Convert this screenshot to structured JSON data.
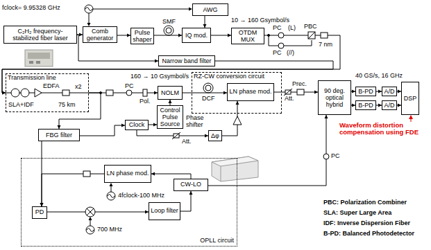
{
  "diagram": {
    "nodes": [
      {
        "text": [
          "C₂H₂ frequency-stabilized fiber laser"
        ]
      },
      {
        "text": [
          "Comb generator"
        ]
      },
      {
        "text": [
          "Pulse shaper"
        ]
      },
      {
        "text": [
          "AWG"
        ]
      },
      {
        "text": [
          "IQ mod."
        ]
      },
      {
        "text": [
          "OTDM MUX"
        ]
      },
      {
        "text": [
          "Narrow band filter"
        ]
      },
      {
        "text": [
          "Transmission line"
        ]
      },
      {
        "text": [
          "NOLM"
        ]
      },
      {
        "text": [
          "Control Pulse Source"
        ]
      },
      {
        "text": [
          "Clock"
        ]
      },
      {
        "text": [
          "Δφ"
        ]
      },
      {
        "text": [
          "RZ-CW conversion circuit"
        ]
      },
      {
        "text": [
          "LN phase mod."
        ],
        "in": 12
      },
      {
        "text": [
          "90 deg. optical hybrid"
        ]
      },
      {
        "text": [
          "B-PD"
        ]
      },
      {
        "text": [
          "B-PD"
        ]
      },
      {
        "text": [
          "A/D"
        ]
      },
      {
        "text": [
          "A/D"
        ]
      },
      {
        "text": [
          "DSP"
        ]
      },
      {
        "text": [
          "FBG filter"
        ]
      },
      {
        "text": [
          "OPLL circuit"
        ]
      },
      {
        "text": [
          "LN phase mod."
        ],
        "in": 21
      },
      {
        "text": [
          "CW-LO"
        ],
        "in": 21
      },
      {
        "text": [
          "PD"
        ],
        "in": 21
      },
      {
        "text": [
          "Loop filter"
        ],
        "in": 21
      }
    ],
    "edges": [
      {
        "from": 0,
        "to": 1,
        "arrow": "to"
      },
      {
        "from": 0,
        "to": 6,
        "arrow": "to"
      },
      {
        "from": 1,
        "to": 2,
        "arrow": "to"
      },
      {
        "from": 2,
        "to": 4,
        "arrow": "to"
      },
      {
        "from": 3,
        "to": 4,
        "arrow": "to"
      },
      {
        "from": 4,
        "to": 5,
        "arrow": "to"
      },
      {
        "from": 5,
        "to": 7,
        "arrow": "to"
      },
      {
        "from": 6,
        "to": 7,
        "arrow": "to"
      },
      {
        "from": 7,
        "to": 8,
        "arrow": "to"
      },
      {
        "from": 7,
        "to": 20,
        "arrow": "to"
      },
      {
        "from": 9,
        "to": 8,
        "arrow": "to"
      },
      {
        "from": 10,
        "to": 9,
        "arrow": "to"
      },
      {
        "from": 10,
        "to": 11,
        "arrow": "to"
      },
      {
        "from": 11,
        "to": 13,
        "arrow": "to"
      },
      {
        "from": 8,
        "to": 13,
        "arrow": "to"
      },
      {
        "from": 20,
        "to": 10,
        "arrow": "to"
      },
      {
        "from": 13,
        "to": 14,
        "arrow": "to"
      },
      {
        "from": 14,
        "to": 15,
        "arrow": "to"
      },
      {
        "from": 14,
        "to": 16,
        "arrow": "to"
      },
      {
        "from": 15,
        "to": 17,
        "arrow": "to"
      },
      {
        "from": 16,
        "to": 18,
        "arrow": "to"
      },
      {
        "from": 17,
        "to": 19,
        "arrow": "to"
      },
      {
        "from": 18,
        "to": 19,
        "arrow": "to"
      },
      {
        "from": 20,
        "to": 24,
        "arrow": "to"
      },
      {
        "from": 22,
        "to": 24,
        "arrow": "to"
      },
      {
        "from": 23,
        "to": 22,
        "arrow": "to"
      },
      {
        "from": 24,
        "to": 25,
        "arrow": "to"
      },
      {
        "from": 25,
        "to": 23,
        "arrow": "to"
      },
      {
        "from": 23,
        "to": 14,
        "arrow": "to"
      }
    ],
    "labels": [
      "fclock= 9.95328 GHz",
      "SMF",
      "10 → 160 Gsymbol/s",
      "PC",
      "(L)",
      "PC",
      "(//)",
      "PBC",
      "7 nm",
      "EDFA",
      "x2",
      "SLA+IDF",
      "75 km",
      "160 → 10 Gsymbol/s",
      "PC",
      "Pol.",
      "DCF",
      "Phase shifter",
      "Att.",
      "Att.",
      "Prec.",
      "40 GS/s, 16 GHz",
      "Waveform distortion compensation using FDE",
      "4fclock-100 MHz",
      "700 MHz",
      "PC",
      "PBC: Polarization Combiner",
      "SLA: Super Large Area",
      "IDF: Inverse Dispersion Fiber",
      "B-PD: Balanced Photodetector"
    ]
  }
}
